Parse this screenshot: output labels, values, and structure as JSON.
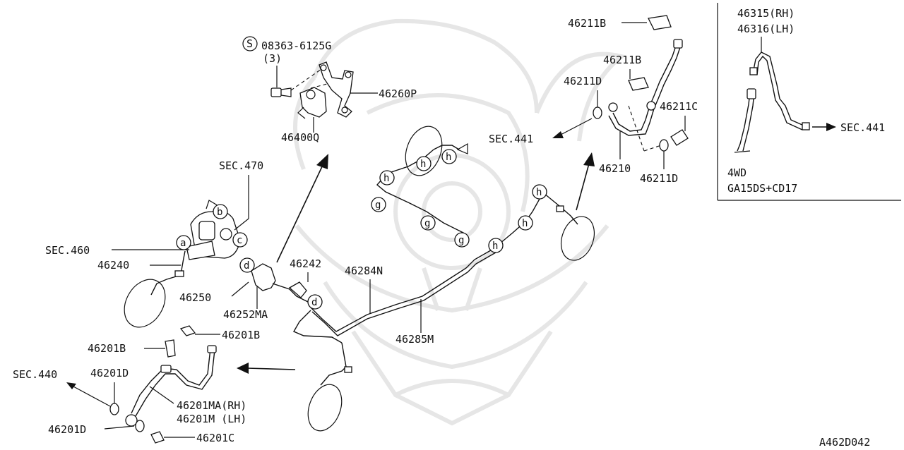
{
  "labels": {
    "bolt_code": "08363-6125G",
    "bolt_code_symbol": "S",
    "bolt_qty": "(3)",
    "p46260P": "46260P",
    "p46400Q": "46400Q",
    "sec470": "SEC.470",
    "sec460": "SEC.460",
    "p46240": "46240",
    "p46250": "46250",
    "p46252MA": "46252MA",
    "p46242": "46242",
    "p46284N": "46284N",
    "p46285M": "46285M",
    "p46201B_a": "46201B",
    "p46201B_b": "46201B",
    "sec440": "SEC.440",
    "p46201D_a": "46201D",
    "p46201D_b": "46201D",
    "p46201MA": "46201MA(RH)",
    "p46201M": "46201M (LH)",
    "p46201C": "46201C",
    "p46211B_a": "46211B",
    "p46211B_b": "46211B",
    "p46211D_a": "46211D",
    "p46211D_b": "46211D",
    "p46211C": "46211C",
    "sec441_a": "SEC.441",
    "p46210": "46210",
    "inset_rh": "46315(RH)",
    "inset_lh": "46316(LH)",
    "sec441_b": "SEC.441",
    "inset_4wd": "4WD",
    "inset_engine": "GA15DS+CD17",
    "diagram_code": "A462D042"
  },
  "callouts": {
    "a": "a",
    "b": "b",
    "c": "c",
    "d": "d",
    "g": "g",
    "h": "h"
  }
}
